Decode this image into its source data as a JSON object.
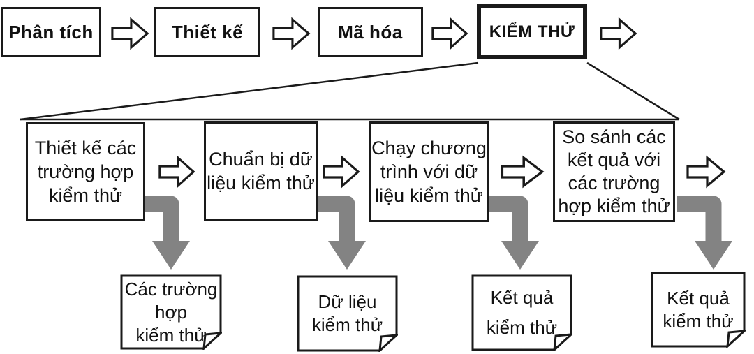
{
  "phases": [
    {
      "label": "Phân tích"
    },
    {
      "label": "Thiết kế"
    },
    {
      "label": "Mã hóa"
    },
    {
      "label": "KIỂM THỬ"
    }
  ],
  "testing_steps": [
    {
      "label": "Thiết kế các\ntrường hợp\nkiểm thử"
    },
    {
      "label": "Chuẩn bị dữ\nliệu kiểm thử"
    },
    {
      "label": "Chạy chương\ntrình với dữ\nliệu kiểm thử"
    },
    {
      "label": "So sánh các\nkết quả với\ncác trường\nhợp kiểm thử"
    }
  ],
  "artifacts": [
    {
      "label": "Các trường\nhợp\nkiểm thử"
    },
    {
      "label": "Dữ liệu\nkiểm thử"
    },
    {
      "label": "Kết quả\nkiểm thử"
    },
    {
      "label": "Kết quả\nkiểm thử"
    }
  ],
  "colors": {
    "line": "#1a1a1a",
    "gray_arrow": "#838383",
    "background": "#ffffff"
  }
}
